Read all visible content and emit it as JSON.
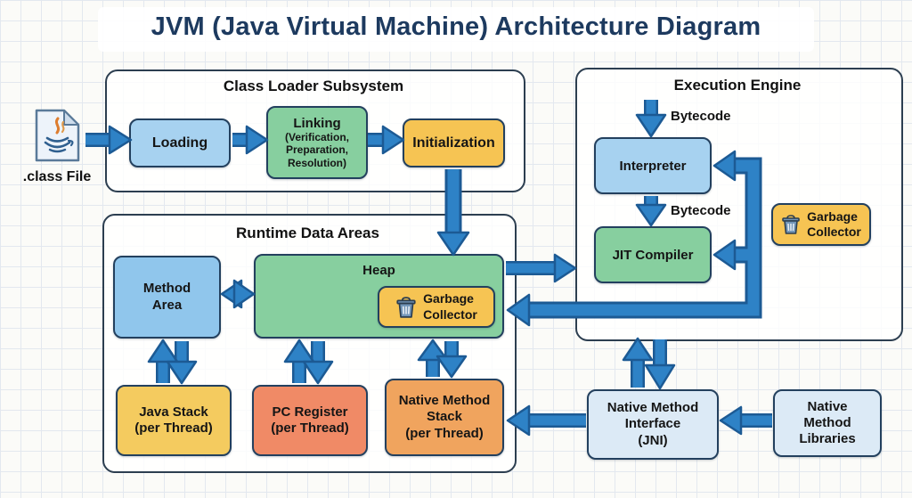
{
  "title": "JVM (Java Virtual Machine) Architecture Diagram",
  "colors": {
    "arrow_fill": "#2e82c6",
    "arrow_outline": "#1c5a94",
    "box_blue": "#a7d2f0",
    "box_green": "#87cf9f",
    "box_amber": "#f6c453",
    "box_yellow": "#f4cb5f",
    "box_salmon": "#f08a66",
    "box_orange": "#f0a45e",
    "box_lightblue": "#dceaf6",
    "title_navy": "#1d3a5f"
  },
  "class_file": {
    "label": ".class File",
    "icon": "java-class-file-icon"
  },
  "class_loader": {
    "header": "Class Loader Subsystem",
    "loading": "Loading",
    "linking_title": "Linking",
    "linking_sub": "(Verification,\nPreparation,\nResolution)",
    "initialization": "Initialization"
  },
  "execution_engine": {
    "header": "Execution Engine",
    "bytecode_label_1": "Bytecode",
    "bytecode_label_2": "Bytecode",
    "interpreter": "Interpreter",
    "jit_compiler": "JIT Compiler",
    "garbage_collector": "Garbage\nCollector",
    "garbage_icon": "trash-icon"
  },
  "runtime_data_areas": {
    "header": "Runtime Data Areas",
    "method_area": "Method\nArea",
    "heap": "Heap",
    "garbage_collector": "Garbage\nCollector",
    "garbage_icon": "trash-icon",
    "java_stack": "Java Stack\n(per Thread)",
    "pc_register": "PC Register\n(per Thread)",
    "native_method_stack": "Native Method\nStack\n(per Thread)"
  },
  "native": {
    "jni": "Native Method\nInterface\n(JNI)",
    "libraries": "Native\nMethod\nLibraries"
  }
}
